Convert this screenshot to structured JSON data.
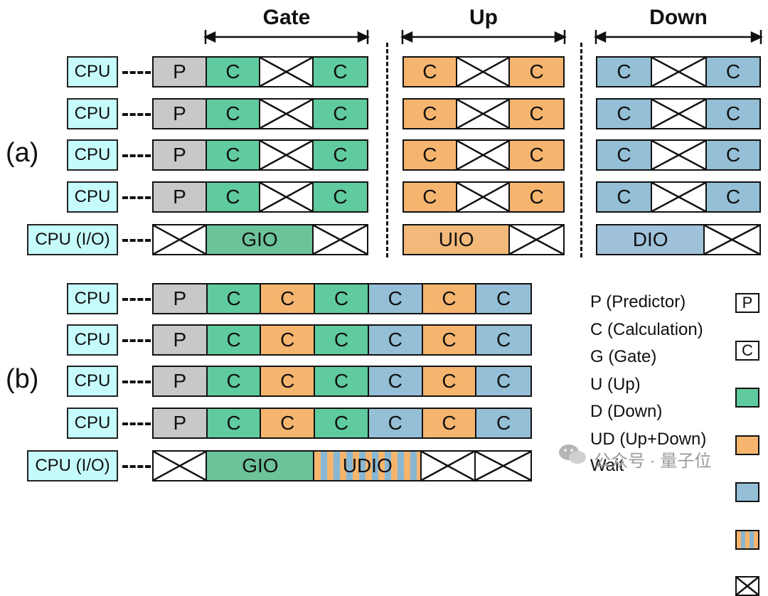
{
  "headers": {
    "gate": "Gate",
    "up": "Up",
    "down": "Down"
  },
  "section_labels": {
    "a": "(a)",
    "b": "(b)"
  },
  "cpu_label": "CPU",
  "io_cpu_label": "CPU (I/O)",
  "part_a": {
    "gate_cells": [
      "P",
      "C",
      "",
      "C"
    ],
    "up_cells": [
      "C",
      "",
      "C"
    ],
    "down_cells": [
      "C",
      "",
      "C"
    ],
    "io_gate": [
      "",
      "GIO",
      ""
    ],
    "io_up": [
      "UIO",
      ""
    ],
    "io_down": [
      "DIO",
      ""
    ]
  },
  "part_b": {
    "row_cells": [
      "P",
      "C",
      "C",
      "C",
      "C",
      "C",
      "C"
    ],
    "io_cells": [
      "",
      "GIO",
      "UDIO",
      "",
      ""
    ]
  },
  "legend": [
    {
      "label": "P (Predictor)",
      "box": "P",
      "swatch": "#ffffff"
    },
    {
      "label": "C (Calculation)",
      "box": "C",
      "swatch": "#ffffff"
    },
    {
      "label": "G (Gate)",
      "box": "",
      "swatch": "#5fcb9f"
    },
    {
      "label": "U (Up)",
      "box": "",
      "swatch": "#f6b56e"
    },
    {
      "label": "D (Down)",
      "box": "",
      "swatch": "#94bfd6"
    },
    {
      "label": "UD (Up+Down)",
      "box": "",
      "swatch": "striped"
    },
    {
      "label": "Wait",
      "box": "",
      "swatch": "cross"
    }
  ],
  "watermark": "公众号 · 量子位",
  "colors": {
    "predictor": "#c8c8c8",
    "gate": "#5fcb9f",
    "up": "#f6b56e",
    "down": "#94bfd6",
    "cpu": "#c6fbfb"
  }
}
